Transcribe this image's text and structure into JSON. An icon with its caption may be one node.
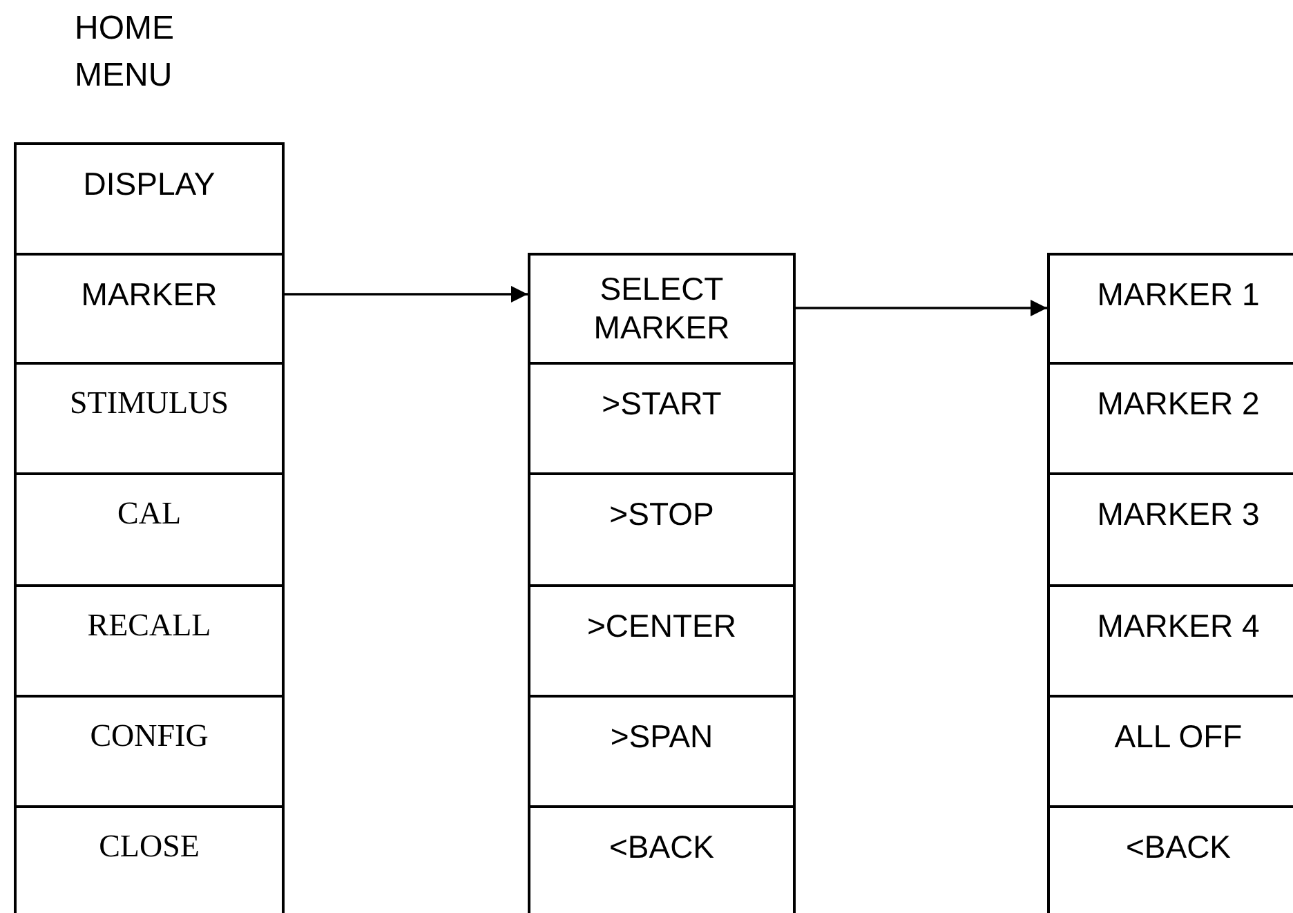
{
  "diagram": {
    "title": "HOME MENU",
    "nodes": [
      {
        "text": [
          "DISPLAY"
        ]
      },
      {
        "text": [
          "MARKER"
        ]
      },
      {
        "text": [
          "STIMULUS"
        ]
      },
      {
        "text": [
          "CAL"
        ]
      },
      {
        "text": [
          "RECALL"
        ]
      },
      {
        "text": [
          "CONFIG"
        ]
      },
      {
        "text": [
          "CLOSE"
        ]
      },
      {
        "text": [
          "SELECT MARKER"
        ]
      },
      {
        "text": [
          ">START"
        ]
      },
      {
        "text": [
          ">STOP"
        ]
      },
      {
        "text": [
          ">CENTER"
        ]
      },
      {
        "text": [
          ">SPAN"
        ]
      },
      {
        "text": [
          "<BACK"
        ]
      },
      {
        "text": [
          "MARKER 1"
        ]
      },
      {
        "text": [
          "MARKER 2"
        ]
      },
      {
        "text": [
          "MARKER 3"
        ]
      },
      {
        "text": [
          "MARKER 4"
        ]
      },
      {
        "text": [
          "ALL OFF"
        ]
      },
      {
        "text": [
          "<BACK"
        ]
      }
    ],
    "edges": [
      {
        "from": 1,
        "to": 7,
        "arrow": "to"
      },
      {
        "from": 7,
        "to": 13,
        "arrow": "to"
      }
    ]
  }
}
